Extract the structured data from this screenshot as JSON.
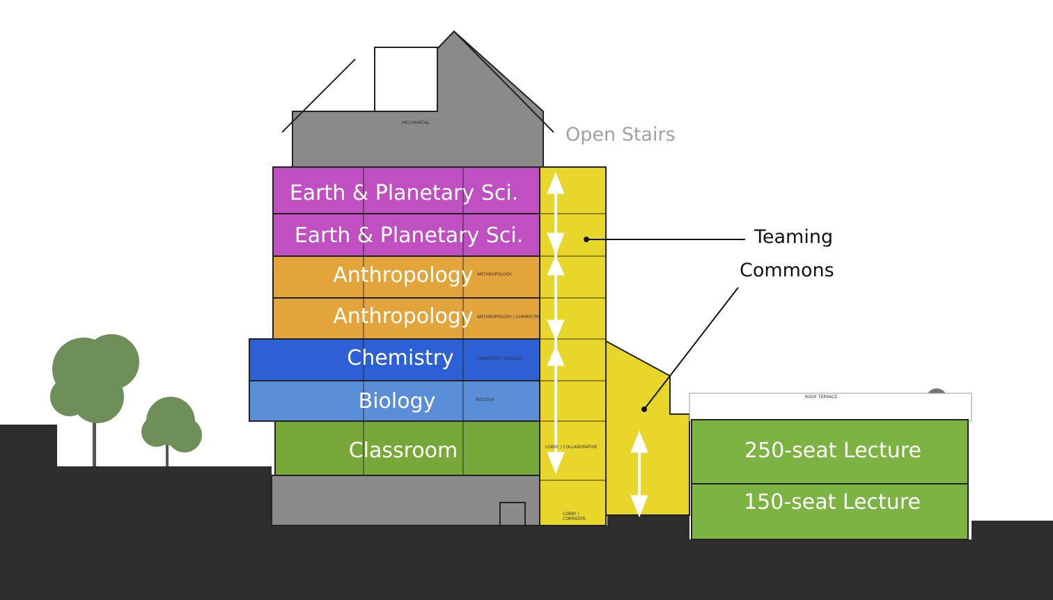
{
  "annotations": {
    "open_stairs": "Open Stairs",
    "teaming": "Teaming",
    "commons": "Commons"
  },
  "floors": [
    {
      "label": "Earth & Planetary Sci.",
      "color": "#c04fc2"
    },
    {
      "label": "Earth & Planetary Sci.",
      "color": "#c04fc2"
    },
    {
      "label": "Anthropology",
      "color": "#e3a43c",
      "note": "ANTHROPOLOGY"
    },
    {
      "label": "Anthropology",
      "color": "#e3a43c",
      "note": "ANTHROPOLOGY / CHEMISTRY"
    },
    {
      "label": "Chemistry",
      "color": "#2d5fd6",
      "note": "CHEMISTRY / BIOLOGY"
    },
    {
      "label": "Biology",
      "color": "#5a8ed8",
      "note": "BIOLOGY"
    },
    {
      "label": "Classroom",
      "color": "#78a83a"
    }
  ],
  "lecture": {
    "upper": "250-seat Lecture",
    "lower": "150-seat Lecture",
    "roof_note": "ROOF TERRACE",
    "color": "#7cb342"
  },
  "small_notes": {
    "mechanical": "MECHANICAL",
    "lobby_collab": "LOBBY / COLLABORATIVE",
    "lobby_corridor": "LOBBY / CORRIDOR"
  },
  "colors": {
    "stairs": "#e8d62a",
    "ground": "#2d2d2d",
    "roof": "#8a8a8a"
  }
}
